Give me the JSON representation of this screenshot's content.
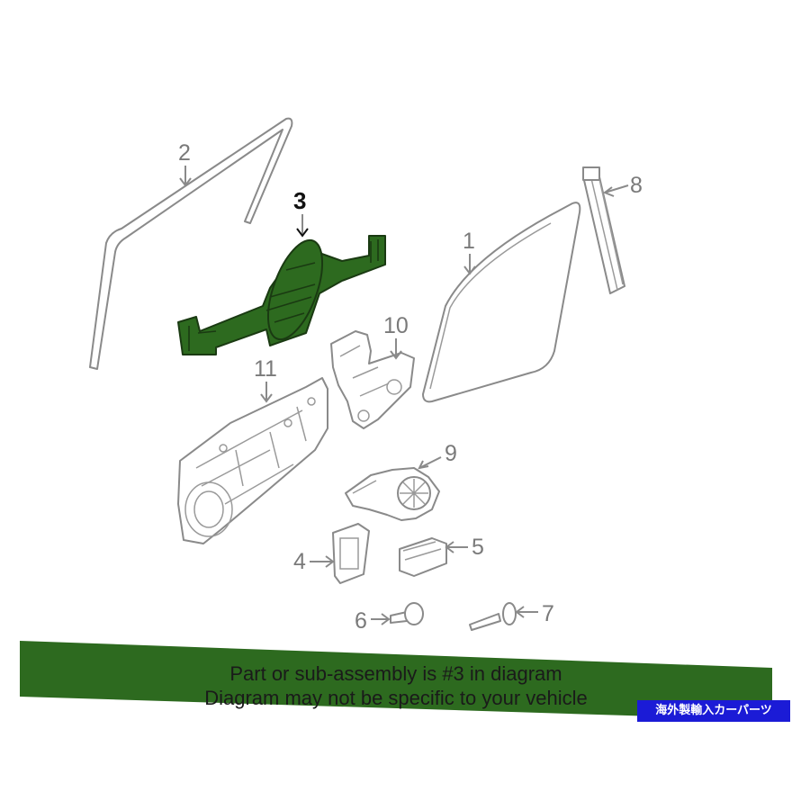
{
  "callouts": {
    "c1": "1",
    "c2": "2",
    "c3": "3",
    "c4": "4",
    "c5": "5",
    "c6": "6",
    "c7": "7",
    "c8": "8",
    "c9": "9",
    "c10": "10",
    "c11": "11"
  },
  "banner": {
    "line1": "Part or sub-assembly is #3 in diagram",
    "line2": "Diagram may not be specific to your vehicle",
    "color": "#2d6a1f"
  },
  "highlight": {
    "part": "3",
    "color": "#2d6a1f"
  },
  "watermark": {
    "text": "海外製輸入カーパーツ",
    "color": "#1b1bd6"
  }
}
